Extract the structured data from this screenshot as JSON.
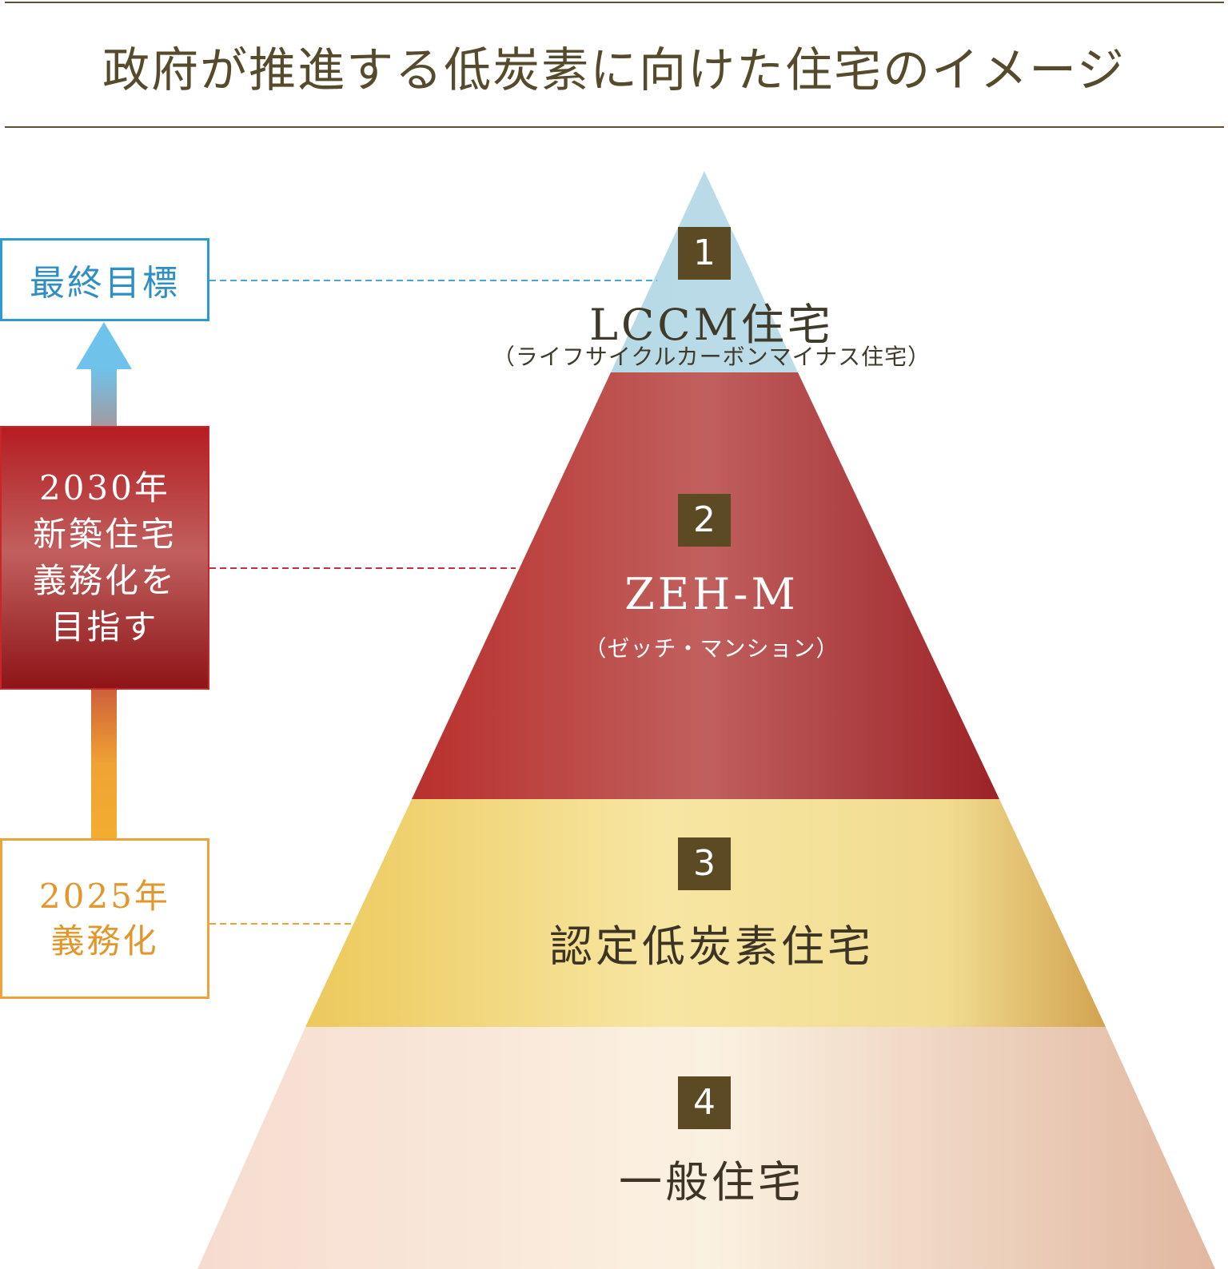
{
  "title": "政府が推進する低炭素に向けた住宅のイメージ",
  "tiers": [
    {
      "number": "1",
      "main": "LCCM住宅",
      "sub": "（ライフサイクルカーボンマイナス住宅）"
    },
    {
      "number": "2",
      "main": "ZEH-M",
      "sub": "（ゼッチ・マンション）"
    },
    {
      "number": "3",
      "main": "認定低炭素住宅"
    },
    {
      "number": "4",
      "main": "一般住宅"
    }
  ],
  "milestones": {
    "final": "最終目標",
    "y2030": [
      "2030年",
      "新築住宅",
      "義務化を",
      "目指す"
    ],
    "y2025": [
      "2025年",
      "義務化"
    ]
  },
  "colors": {
    "title": "#554a2b",
    "badge": "#5b4a24",
    "tier1": "#b9dbe7",
    "tier2": "#c0605e",
    "tier3": "#f4e29a",
    "tier4": "#f8e9d8",
    "final_blue": "#2b9bd0",
    "red_2030": "#b51d22",
    "orange_2025": "#eca33a"
  }
}
